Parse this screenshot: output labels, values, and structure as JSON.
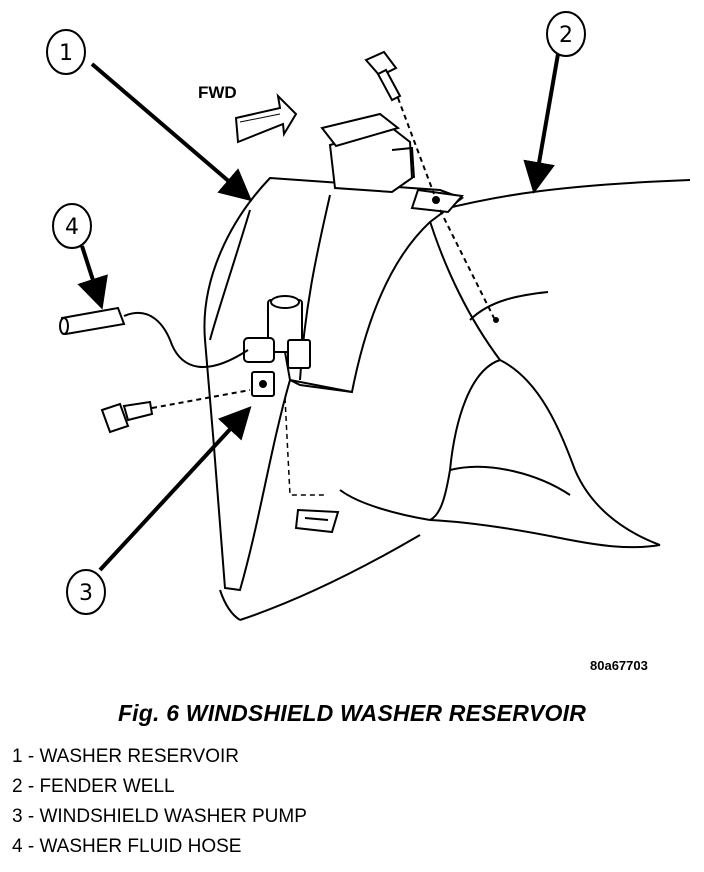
{
  "diagram": {
    "direction_label": "FWD",
    "image_code": "80a67703",
    "callouts": [
      "1",
      "2",
      "3",
      "4"
    ]
  },
  "caption": "Fig. 6 WINDSHIELD WASHER RESERVOIR",
  "legend": [
    "1 - WASHER RESERVOIR",
    "2 - FENDER WELL",
    "3 - WINDSHIELD WASHER PUMP",
    "4 - WASHER FLUID HOSE"
  ]
}
